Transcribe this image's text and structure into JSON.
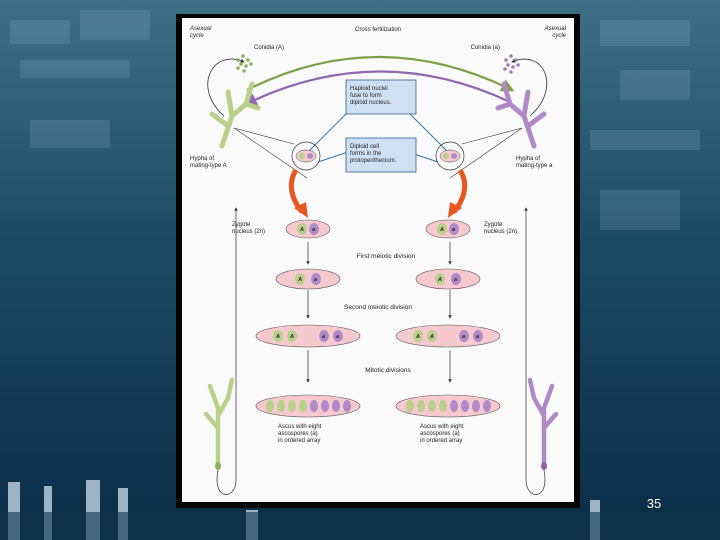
{
  "slide": {
    "page_number": "35"
  },
  "colors": {
    "mating_A": "#b9d08a",
    "mating_a": "#b08ac6",
    "arrow_orange": "#e8571f",
    "ascus_fill": "#f6c9cf",
    "callout_fill": "#cfe0f2"
  },
  "figure": {
    "title": "Cross fertilization",
    "left_cycle": "Asexual\ncycle",
    "right_cycle": "Asexual\ncycle",
    "conidia_left": "Conidia (A)",
    "conidia_right": "Conidia (a)",
    "callout_haploid": "Haploid nuclei\nfuse to form\ndiploid nucleus.",
    "callout_diploid": "Diploid cell\nforms in the\nprotoperithecium.",
    "hypha_left": "Hypha of\nmating-type A",
    "hypha_right": "Hypha of\nmating-type a",
    "zygote_left": "Zygote\nnucleus (2n)",
    "zygote_right": "Zygote\nnucleus (2n)",
    "stage_first": "First meiotic division",
    "stage_second": "Second meiotic division",
    "stage_mitotic": "Mitotic divisions",
    "ascus_left": "Ascus with eight\nascospores (a)\nin ordered array",
    "ascus_right": "Ascus with eight\nascospores (a)\nin ordered array",
    "allele_A": "A",
    "allele_a": "a"
  }
}
